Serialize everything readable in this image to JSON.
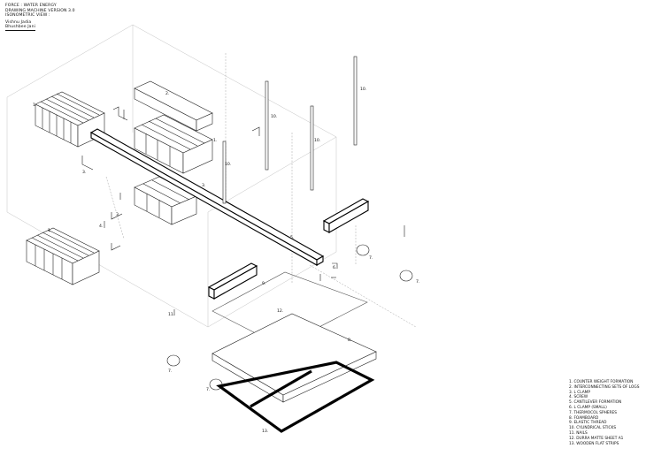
{
  "title_block": {
    "title": "FORCE : WATER ENERGY",
    "subtitle": "DRAWING MACHINE VERSION 3.0",
    "view": "ISONOMETRIC VIEW :",
    "author_1": "Vishnu Jadia",
    "author_2": "Bhushbee Jani"
  },
  "legend": [
    "1. COUNTER WEIGHT FORMATION",
    "2. INTERCONNECTING SETS OF LOGS",
    "3. L CLAMP",
    "4. SCREW",
    "5. CANTILEVER FORMATION",
    "6. L CLAMP (SMALL)",
    "7. THERMOCOL SPHERES",
    "8. FOAMBOARD",
    "9. ELASTIC THREAD",
    "10. CYLINDRICAL STICKS",
    "11. NAILS",
    "12. DURRA MATTE SHEET A1",
    "13. WOODEN FLAT STRIPS"
  ],
  "callouts": {
    "c1": "1.",
    "c2": "2.",
    "c3": "3.",
    "c4": "4.",
    "c5": "5.",
    "c6": "6.",
    "c7": "7.",
    "c8": "8.",
    "c9": "9.",
    "c10": "10.",
    "c11": "11.",
    "c12": "12.",
    "c13": "13."
  }
}
